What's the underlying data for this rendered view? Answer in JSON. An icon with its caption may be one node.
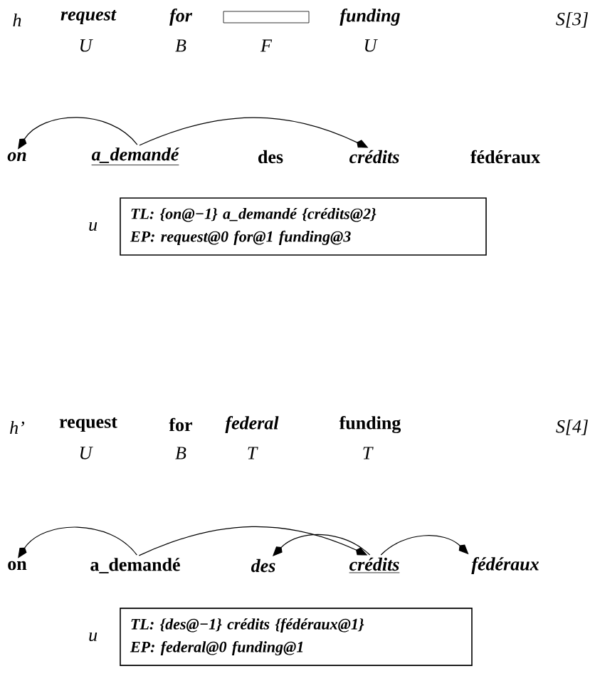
{
  "diagram": {
    "nodes": [
      {
        "text": [],
        "shape": "box"
      },
      {
        "text": [
          "on"
        ]
      },
      {
        "text": [
          "a_demandé"
        ]
      },
      {
        "text": [
          "des"
        ]
      },
      {
        "text": [
          "crédits"
        ]
      },
      {
        "text": [
          "fédéraux"
        ]
      },
      {
        "text": [
          "TL: {on@−1}  a_demandé  {crédits@2}",
          "EP: request@0  for@1  funding@3"
        ],
        "beside": [
          "u"
        ]
      },
      {
        "text": [
          "on"
        ]
      },
      {
        "text": [
          "a_demandé"
        ]
      },
      {
        "text": [
          "des"
        ]
      },
      {
        "text": [
          "crédits"
        ]
      },
      {
        "text": [
          "fédéraux"
        ]
      },
      {
        "text": [
          "TL: {des@−1}  crédits  {fédéraux@1}",
          "EP: federal@0  funding@1"
        ],
        "beside": [
          "u"
        ]
      }
    ],
    "edges": [
      {
        "from": 2,
        "to": 1,
        "arrow": "to"
      },
      {
        "from": 2,
        "to": 4,
        "arrow": "to"
      },
      {
        "from": 8,
        "to": 7,
        "arrow": "to"
      },
      {
        "from": 8,
        "to": 10,
        "arrow": "to"
      },
      {
        "from": 10,
        "to": 9,
        "arrow": "to"
      },
      {
        "from": 10,
        "to": 11,
        "arrow": "to"
      }
    ],
    "labels": [
      "h",
      "request",
      "for",
      "funding",
      "S[3]",
      "U",
      "B",
      "F",
      "U",
      "h’",
      "request",
      "for",
      "federal",
      "funding",
      "S[4]",
      "U",
      "B",
      "T",
      "T"
    ]
  }
}
